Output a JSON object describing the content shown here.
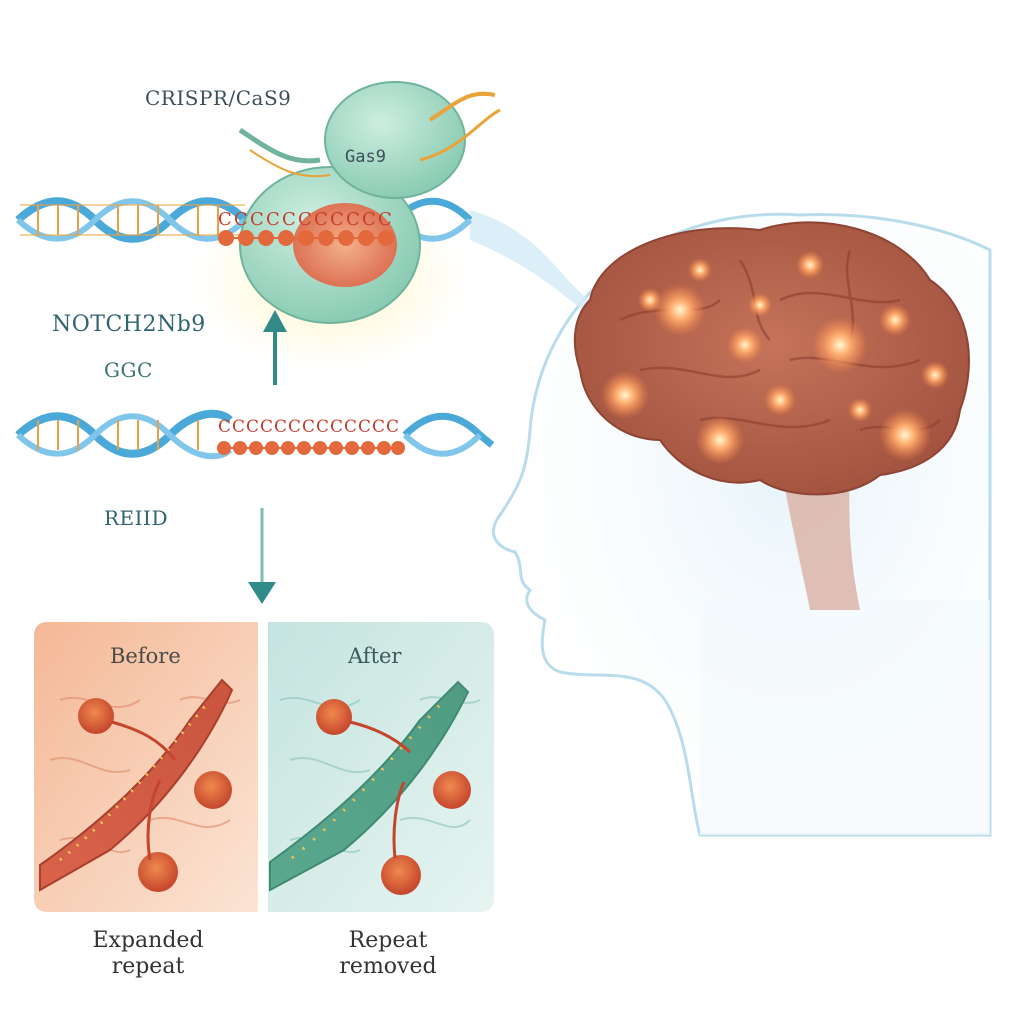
{
  "labels": {
    "enzyme": "CRISPR/CaS9",
    "enzyme_inner": "Gas9",
    "gene": "NOTCH2Nb9",
    "repeat_unit": "GGC",
    "lower_strand": "REIID"
  },
  "panels": {
    "before": {
      "title": "Before",
      "caption_line1": "Expanded",
      "caption_line2": "repeat"
    },
    "after": {
      "title": "After",
      "caption_line1": "Repeat",
      "caption_line2": "removed"
    }
  },
  "dna_top": {
    "letters": [
      "C",
      "C",
      "C",
      "C",
      "C",
      "C",
      "C",
      "C",
      "C",
      "C",
      "C"
    ]
  },
  "dna_bottom": {
    "letters": [
      "C",
      "C",
      "C",
      "C",
      "C",
      "C",
      "C",
      "C",
      "C",
      "C",
      "C",
      "C",
      "C"
    ]
  },
  "colors": {
    "dna_blue": "#4aa9d9",
    "repeat_orange": "#e3693d",
    "enzyme_green": "#a9dcc8",
    "brain_brown": "#b8644d",
    "arrow_teal": "#2f8a88",
    "before_bg": "#f6c9ae",
    "after_bg": "#cfe8e4"
  }
}
